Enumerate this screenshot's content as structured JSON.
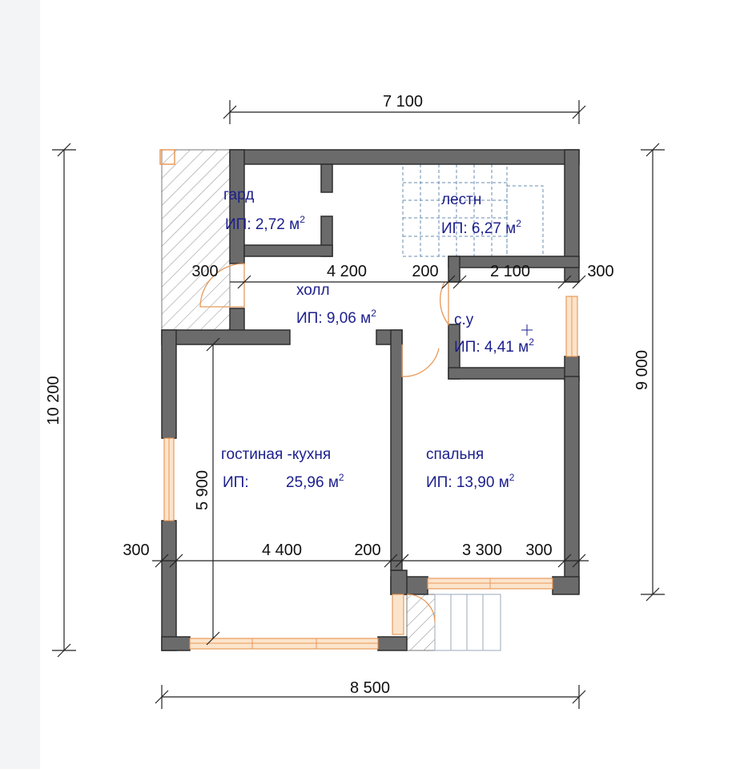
{
  "dimensions": {
    "top_width": "7 100",
    "bottom_width": "8 500",
    "left_height": "10 200",
    "right_height": "9 000",
    "upper_left_300": "300",
    "upper_span_4200": "4 200",
    "upper_span_200": "200",
    "upper_span_2100": "2 100",
    "upper_right_300": "300",
    "lower_left_300": "300",
    "lower_span_4400": "4 400",
    "lower_span_200": "200",
    "lower_span_3300": "3 300",
    "lower_right_300": "300",
    "vertical_5900": "5 900"
  },
  "rooms": {
    "wardrobe": {
      "name": "гард",
      "area": "ИП: 2,72 м"
    },
    "stairs": {
      "name": "лестн",
      "area": "ИП: 6,27 м"
    },
    "hall": {
      "name": "холл",
      "area": "ИП: 9,06 м"
    },
    "bathroom": {
      "name": "с.у",
      "area": "ИП: 4,41 м"
    },
    "living_kitchen": {
      "name": "гостиная -кухня",
      "area_prefix": "ИП:",
      "area_value": "25,96 м"
    },
    "bedroom": {
      "name": "спальня",
      "area": "ИП: 13,90 м"
    }
  },
  "unit_superscript": "2",
  "colors": {
    "wall": "#6b6b6b",
    "window": "#e89a5a",
    "room_text": "#1c1f8c",
    "dimension_text": "#111111"
  }
}
